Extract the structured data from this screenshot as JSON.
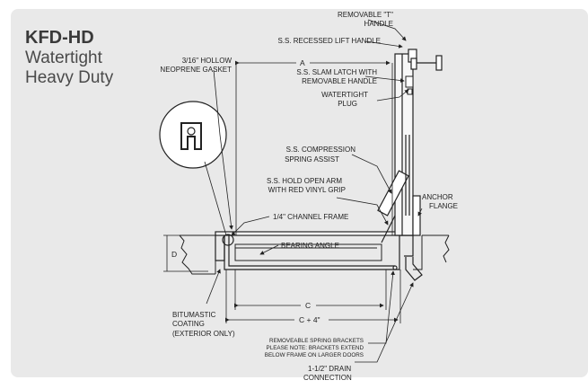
{
  "header": {
    "model": "KFD-HD",
    "subtitle_line1": "Watertight",
    "subtitle_line2": "Heavy Duty"
  },
  "callouts": {
    "removable_t_handle_1": "REMOVABLE \"T\"",
    "removable_t_handle_2": "HANDLE",
    "recessed_lift_handle": "S.S. RECESSED LIFT HANDLE",
    "gasket_1": "3/16\" HOLLOW",
    "gasket_2": "NEOPRENE GASKET",
    "slam_latch_1": "S.S. SLAM LATCH WITH",
    "slam_latch_2": "REMOVABLE HANDLE",
    "plug_1": "WATERTIGHT",
    "plug_2": "PLUG",
    "compression_1": "S.S. COMPRESSION",
    "compression_2": "SPRING ASSIST",
    "hold_open_1": "S.S. HOLD OPEN ARM",
    "hold_open_2": "WITH RED VINYL GRIP",
    "anchor_1": "ANCHOR",
    "anchor_2": "FLANGE",
    "channel_frame": "1/4\" CHANNEL FRAME",
    "bearing_angle": "BEARING ANGLE",
    "bitumastic_1": "BITUMASTIC",
    "bitumastic_2": "COATING",
    "bitumastic_3": "(EXTERIOR ONLY)",
    "brackets_1": "REMOVEABLE SPRING BRACKETS",
    "brackets_2": "PLEASE NOTE: BRACKETS EXTEND",
    "brackets_3": "BELOW FRAME ON LARGER DOORS",
    "drain_1": "1-1/2\" DRAIN",
    "drain_2": "CONNECTION"
  },
  "dimensions": {
    "a": "A",
    "c": "C",
    "c_plus_4": "C + 4\"",
    "d": "D"
  },
  "colors": {
    "background": "#e9e9e9",
    "ink": "#222222",
    "title": "#3a3a3a"
  }
}
